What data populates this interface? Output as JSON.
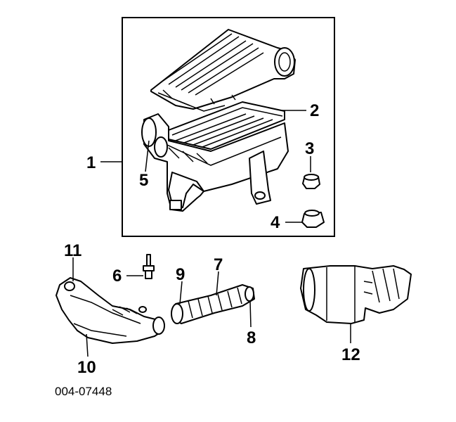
{
  "callouts": {
    "c1": "1",
    "c2": "2",
    "c3": "3",
    "c4": "4",
    "c5": "5",
    "c6": "6",
    "c7": "7",
    "c8": "8",
    "c9": "9",
    "c10": "10",
    "c11": "11",
    "c12": "12"
  },
  "drawing_code": "004-07448",
  "colors": {
    "line": "#000000",
    "background": "#ffffff"
  }
}
